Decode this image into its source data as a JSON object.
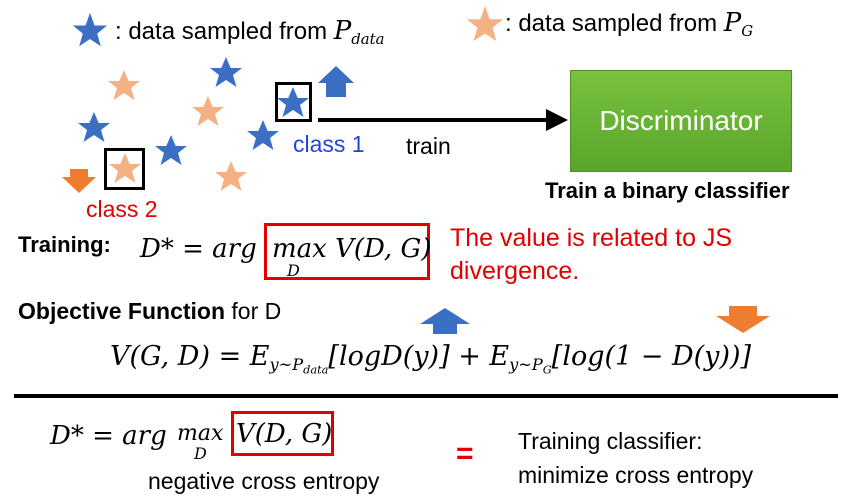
{
  "legend": {
    "blue_text": ": data sampled from",
    "blue_symbol": "P",
    "blue_sub": "data",
    "orange_text": ": data sampled from",
    "orange_symbol": "P",
    "orange_sub": "G",
    "blue_color": "#3a6fc4",
    "orange_color": "#f4b183"
  },
  "scatter": {
    "class1_label": "class 1",
    "class2_label": "class 2",
    "train_label": "train",
    "discriminator_label": "Discriminator",
    "binary_classifier_label": "Train a binary classifier"
  },
  "training": {
    "label": "Training:",
    "lhs": "D* = arg",
    "boxed": "max V(D, G)",
    "boxed_sub": "D",
    "note_line1": "The value is related to JS",
    "note_line2": "divergence."
  },
  "objective": {
    "label_bold": "Objective Function",
    "label_rest": " for D",
    "equation_left": "V(G, D) = E",
    "sub_data": "y~P",
    "sub_data_sub": "data",
    "mid": "[logD(y)] + E",
    "sub_g": "y~P",
    "sub_g_sub": "G",
    "right": "[log(1 − D(y))]"
  },
  "bottom": {
    "lhs": "D* = arg",
    "max": "max",
    "max_sub": "D",
    "boxed": "V(D, G)",
    "neg_ce": "negative cross entropy",
    "equals": "=",
    "right_line1": "Training classifier:",
    "right_line2": "minimize cross entropy"
  }
}
